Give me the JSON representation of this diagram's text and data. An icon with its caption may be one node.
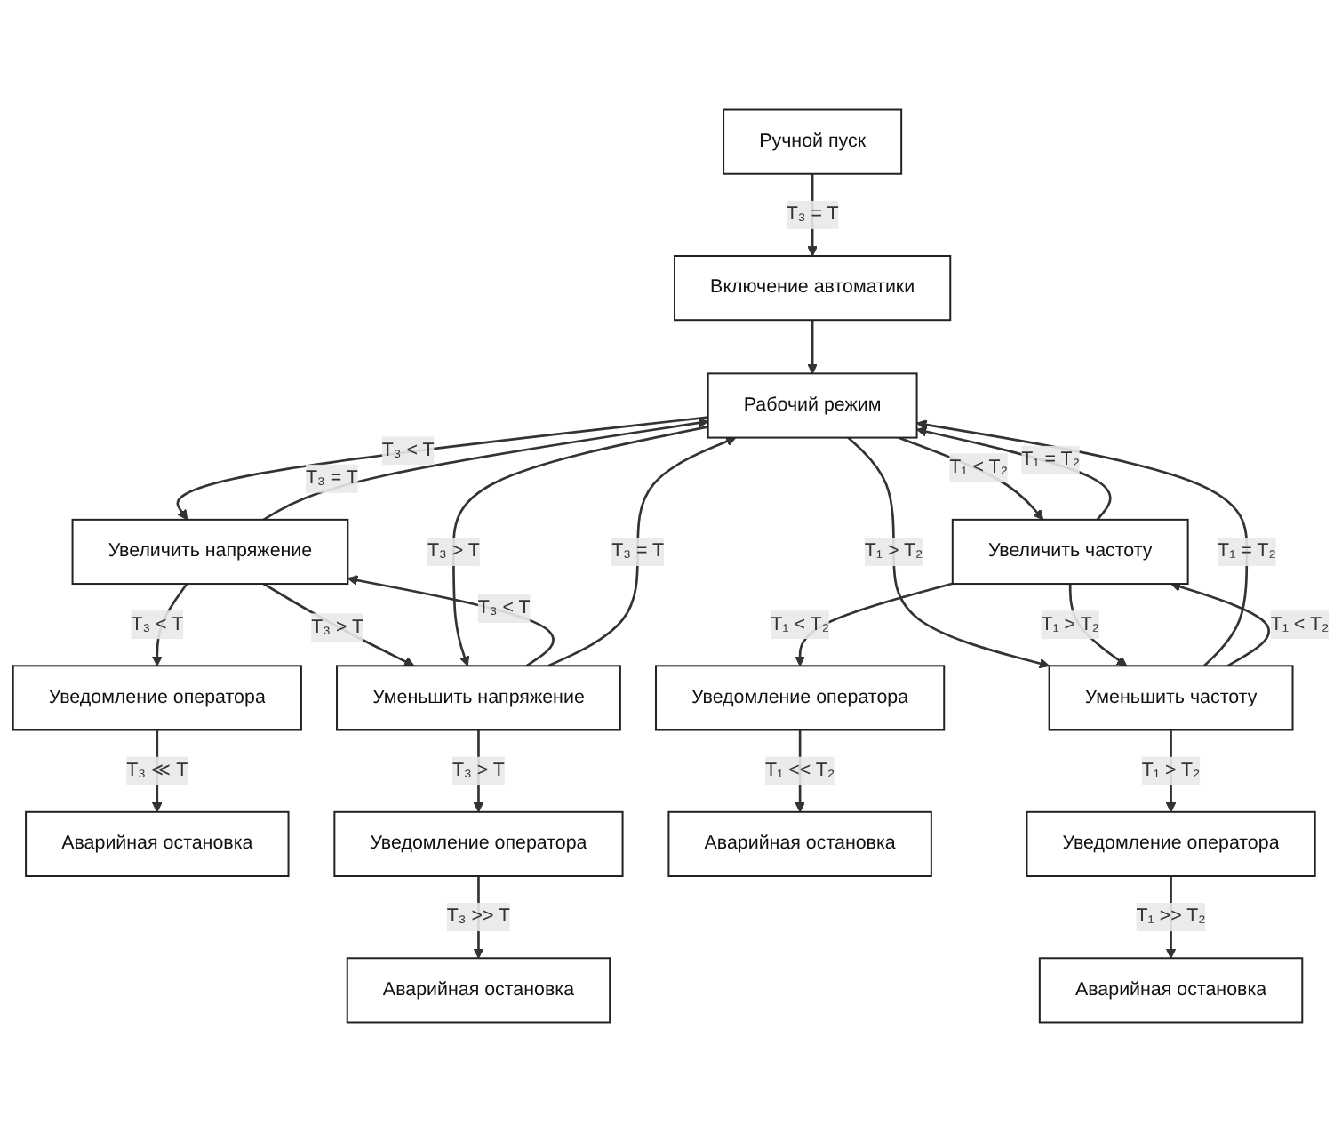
{
  "diagram": {
    "nodes": [
      {
        "text": [
          "Ручной пуск"
        ]
      },
      {
        "text": [
          "Включение автоматики"
        ]
      },
      {
        "text": [
          "Рабочий режим"
        ]
      },
      {
        "text": [
          "Аварийная остановка"
        ]
      },
      {
        "text": [
          "Уведомление оператора"
        ]
      },
      {
        "text": [
          "Увеличить напряжение"
        ]
      },
      {
        "text": [
          "Уменьшить напряжение"
        ]
      },
      {
        "text": [
          "Уведомление оператора"
        ]
      },
      {
        "text": [
          "Аварийная остановка"
        ]
      },
      {
        "text": [
          "Увеличить частоту"
        ]
      },
      {
        "text": [
          "Уменьшить частоту"
        ]
      },
      {
        "text": [
          "Уведомление оператора"
        ]
      },
      {
        "text": [
          "Аварийная остановка"
        ]
      },
      {
        "text": [
          "Уведомление оператора"
        ]
      },
      {
        "text": [
          "Аварийная остановка"
        ]
      }
    ],
    "edges": [
      {
        "from": 0,
        "to": 1,
        "arrow": "to",
        "label": "T₃ = T"
      },
      {
        "from": 1,
        "to": 2,
        "arrow": "to"
      },
      {
        "from": 2,
        "to": 5,
        "arrow": "to",
        "label": "T₃ < T"
      },
      {
        "from": 5,
        "to": 2,
        "arrow": "to",
        "label": "T₃ = T"
      },
      {
        "from": 5,
        "to": 4,
        "arrow": "to",
        "label": "T₃ < T"
      },
      {
        "from": 4,
        "to": 3,
        "arrow": "to",
        "label": "T₃ ≪ T"
      },
      {
        "from": 6,
        "to": 5,
        "arrow": "to",
        "label": "T₃ < T"
      },
      {
        "from": 5,
        "to": 6,
        "arrow": "to",
        "label": "T₃ > T"
      },
      {
        "from": 2,
        "to": 6,
        "arrow": "to",
        "label": "T₃ > T"
      },
      {
        "from": 6,
        "to": 2,
        "arrow": "to",
        "label": "T₃ = T"
      },
      {
        "from": 6,
        "to": 7,
        "arrow": "to",
        "label": "T₃ > T"
      },
      {
        "from": 7,
        "to": 8,
        "arrow": "to",
        "label": "T₃ >> T"
      },
      {
        "from": 2,
        "to": 9,
        "arrow": "to",
        "label": "T₁ < T₂"
      },
      {
        "from": 9,
        "to": 2,
        "arrow": "to",
        "label": "T₁ = T₂"
      },
      {
        "from": 2,
        "to": 10,
        "arrow": "to",
        "label": "T₁ > T₂"
      },
      {
        "from": 10,
        "to": 2,
        "arrow": "to",
        "label": "T₁ = T₂"
      },
      {
        "from": 9,
        "to": 10,
        "arrow": "to",
        "label": "T₁ > T₂"
      },
      {
        "from": 10,
        "to": 9,
        "arrow": "to",
        "label": "T₁ < T₂"
      },
      {
        "from": 9,
        "to": 11,
        "arrow": "to",
        "label": "T₁ < T₂"
      },
      {
        "from": 11,
        "to": 12,
        "arrow": "to",
        "label": "T₁ << T₂"
      },
      {
        "from": 10,
        "to": 13,
        "arrow": "to",
        "label": "T₁ > T₂"
      },
      {
        "from": 13,
        "to": 14,
        "arrow": "to",
        "label": "T₁ >> T₂"
      }
    ]
  }
}
